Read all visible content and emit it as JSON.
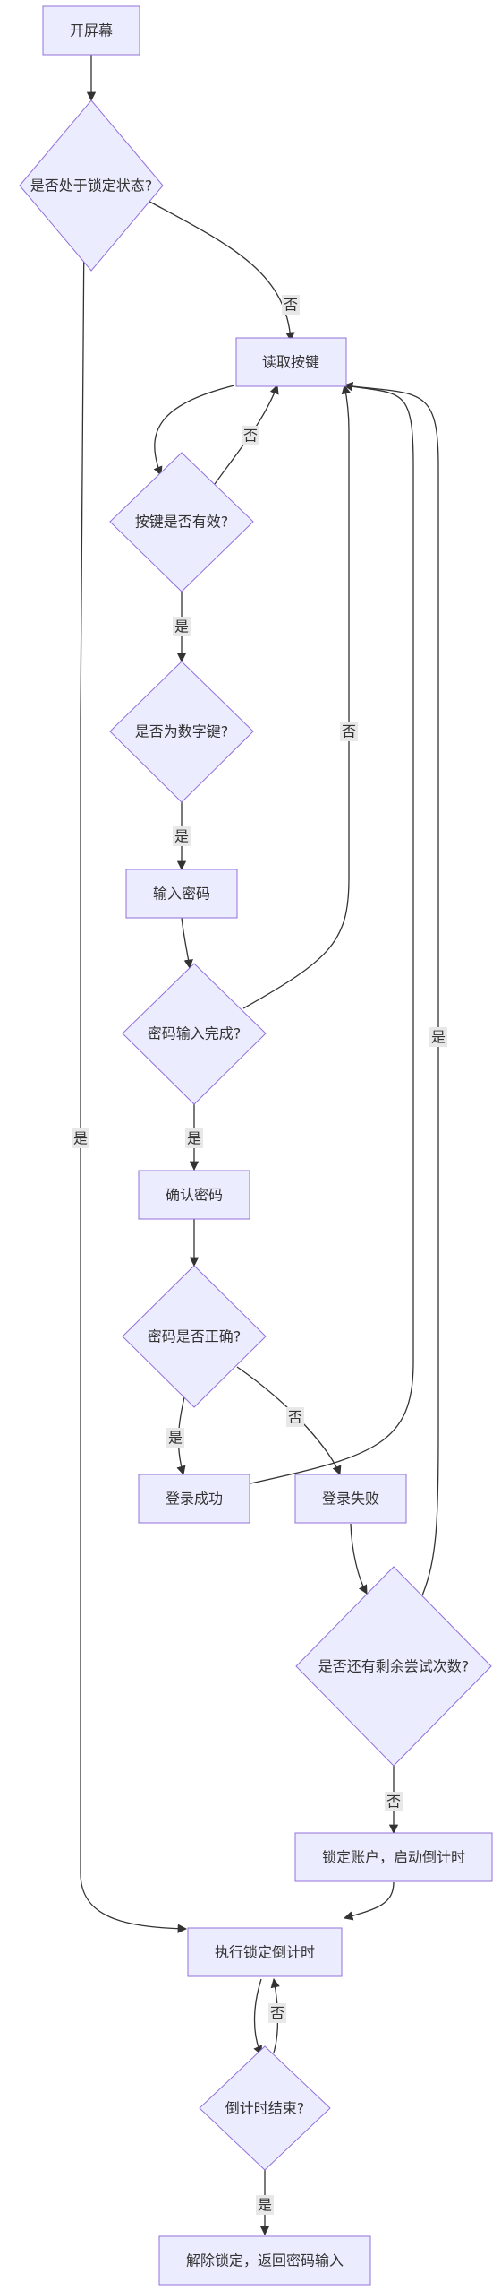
{
  "colors": {
    "node_fill": "#ECECFF",
    "node_stroke": "#9370DB",
    "edge": "#333333",
    "label_bg": "#E8E8E8",
    "text": "#333333"
  },
  "nodes": {
    "start": "开屏幕",
    "is_locked": "是否处于锁定状态?",
    "read_key": "读取按键",
    "key_valid": "按键是否有效?",
    "is_digit": "是否为数字键?",
    "input_pwd": "输入密码",
    "input_done": "密码输入完成?",
    "confirm_pwd": "确认密码",
    "pwd_correct": "密码是否正确?",
    "login_ok": "登录成功",
    "login_fail": "登录失败",
    "attempts_left": "是否还有剩余尝试次数?",
    "lock_account": "锁定账户，启动倒计时",
    "run_countdown": "执行锁定倒计时",
    "countdown_end": "倒计时结束?",
    "unlock": "解除锁定，返回密码输入"
  },
  "edge_labels": {
    "locked_no": "否",
    "valid_no": "否",
    "valid_yes": "是",
    "digit_yes": "是",
    "done_no": "否",
    "done_yes": "是",
    "correct_yes": "是",
    "correct_no": "否",
    "attempts_yes": "是",
    "attempts_no": "否",
    "locked_yes": "是",
    "countdown_no": "否",
    "countdown_yes": "是"
  }
}
